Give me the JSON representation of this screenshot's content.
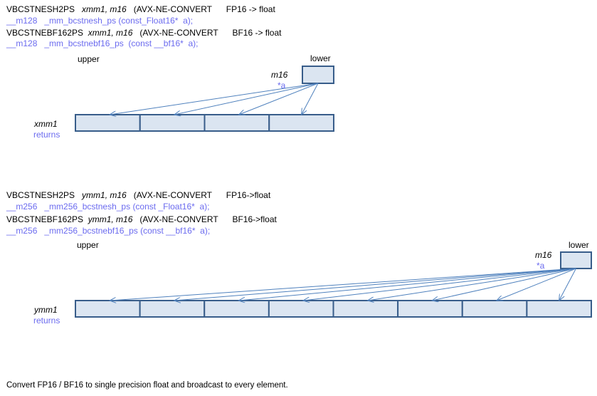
{
  "section1": {
    "line1": {
      "instr": "VBCSTNESH2PS",
      "operands": "xmm1, m16",
      "ext": "(AVX-NE-CONVERT",
      "conv": "FP16 -> float"
    },
    "line2": "__m128   _mm_bcstnesh_ps (const_Float16*  a);",
    "line3": {
      "instr": "VBCSTNEBF162PS",
      "operands": "xmm1, m16",
      "ext": "(AVX-NE-CONVERT",
      "conv": "BF16 -> float"
    },
    "line4": "__m128   _mm_bcstnebf16_ps  (const __bf16*  a);",
    "upper": "upper",
    "lower": "lower",
    "src": "m16",
    "src_param": "*a",
    "dst": "xmm1",
    "dst_label": "returns",
    "elements": 4
  },
  "section2": {
    "line1": {
      "instr": "VBCSTNESH2PS",
      "operands": "ymm1, m16",
      "ext": "(AVX-NE-CONVERT",
      "conv": "FP16->float"
    },
    "line2": "__m256   _mm256_bcstnesh_ps (const _Float16*  a);",
    "line3": {
      "instr": "VBCSTNEBF162PS",
      "operands": "ymm1, m16",
      "ext": "(AVX-NE-CONVERT",
      "conv": "BF16->float"
    },
    "line4": "__m256   _mm256_bcstnebf16_ps (const __bf16*  a);",
    "upper": "upper",
    "lower": "lower",
    "src": "m16",
    "src_param": "*a",
    "dst": "ymm1",
    "dst_label": "returns",
    "elements": 8
  },
  "footer": "Convert FP16 / BF16 to single precision float and broadcast to every element.",
  "colors": {
    "box_fill": "#dbe5f1",
    "box_stroke": "#385d8a",
    "arrow": "#4f81bd",
    "blue_text": "#6b6bef"
  }
}
